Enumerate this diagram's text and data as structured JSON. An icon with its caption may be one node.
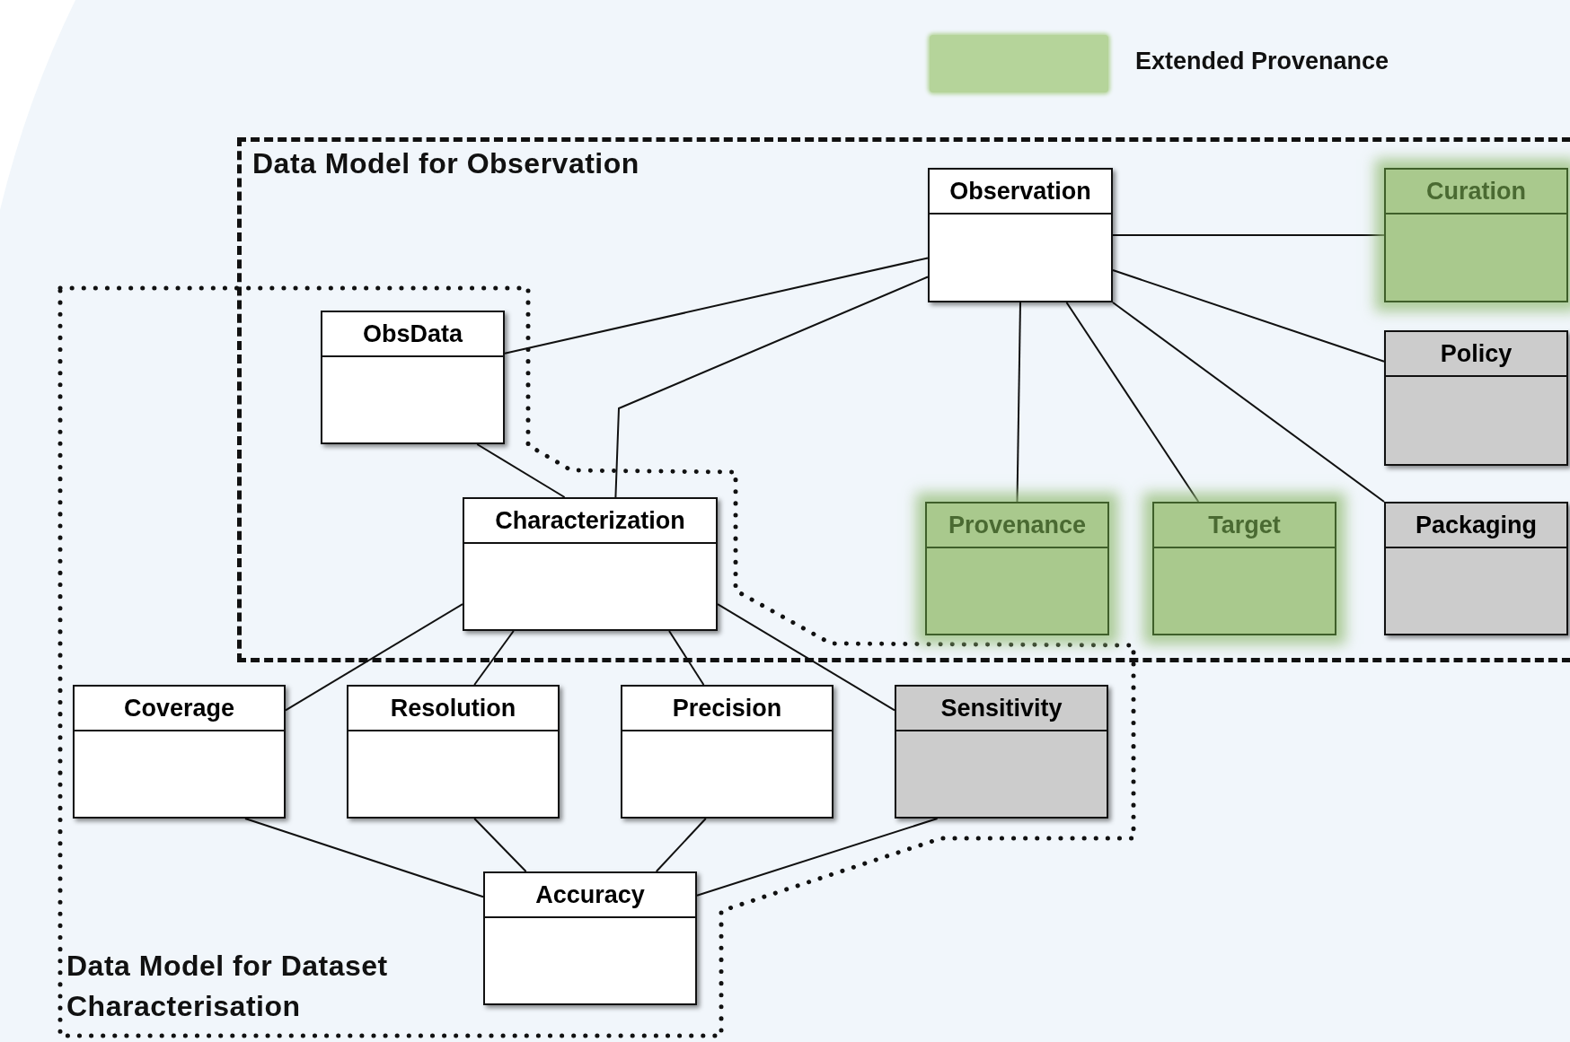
{
  "diagram": {
    "nodes": [
      {
        "text": [
          "Data Model for Observation"
        ]
      },
      {
        "text": [
          "Observation"
        ],
        "in": 0
      },
      {
        "text": [
          "Curation"
        ],
        "in": 0
      },
      {
        "text": [
          "Data Model for Dataset Characterisation"
        ]
      },
      {
        "text": [
          "ObsData"
        ]
      },
      {
        "text": [
          "Policy"
        ],
        "in": 0
      },
      {
        "text": [
          "Characterization"
        ]
      },
      {
        "text": [
          "Provenance"
        ],
        "in": 0
      },
      {
        "text": [
          "Target"
        ],
        "in": 0
      },
      {
        "text": [
          "Packaging"
        ],
        "in": 0
      },
      {
        "text": [
          "Coverage"
        ],
        "in": 3
      },
      {
        "text": [
          "Resolution"
        ],
        "in": 3
      },
      {
        "text": [
          "Precision"
        ],
        "in": 3
      },
      {
        "text": [
          "Sensitivity"
        ],
        "in": 3
      },
      {
        "text": [
          "Accuracy"
        ],
        "in": 3
      }
    ],
    "edges": [
      {
        "from": 1,
        "to": 2,
        "arrow": "none"
      },
      {
        "from": 1,
        "to": 4,
        "arrow": "none"
      },
      {
        "from": 1,
        "to": 6,
        "arrow": "none"
      },
      {
        "from": 1,
        "to": 5,
        "arrow": "none"
      },
      {
        "from": 1,
        "to": 7,
        "arrow": "none"
      },
      {
        "from": 1,
        "to": 8,
        "arrow": "none"
      },
      {
        "from": 1,
        "to": 9,
        "arrow": "none"
      },
      {
        "from": 4,
        "to": 6,
        "arrow": "none"
      },
      {
        "from": 6,
        "to": 10,
        "arrow": "none"
      },
      {
        "from": 6,
        "to": 11,
        "arrow": "none"
      },
      {
        "from": 6,
        "to": 12,
        "arrow": "none"
      },
      {
        "from": 6,
        "to": 13,
        "arrow": "none"
      },
      {
        "from": 10,
        "to": 14,
        "arrow": "none"
      },
      {
        "from": 11,
        "to": 14,
        "arrow": "none"
      },
      {
        "from": 12,
        "to": 14,
        "arrow": "none"
      },
      {
        "from": 13,
        "to": 14,
        "arrow": "none"
      }
    ],
    "legend": [
      {
        "text": "Extended Provenance",
        "color": "#b5d49a"
      }
    ]
  }
}
